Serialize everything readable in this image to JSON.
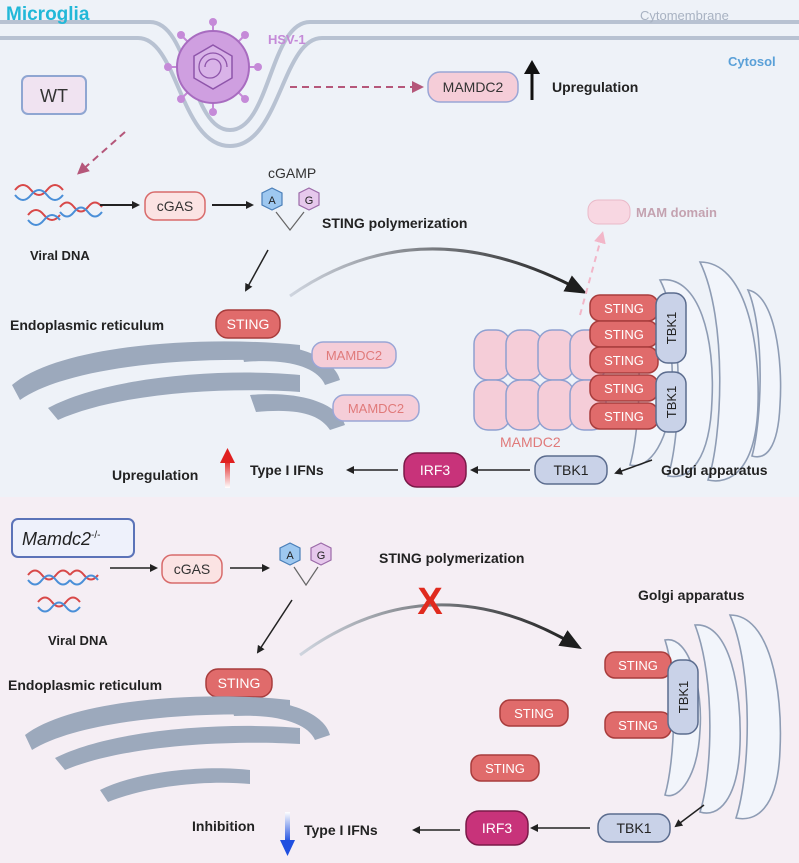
{
  "titles": {
    "cell": "Microglia",
    "membrane": "Cytomembrane",
    "cytosol": "Cytosol",
    "virus": "HSV-1"
  },
  "wt": {
    "condition_label": "WT",
    "mamdc2_label": "MAMDC2",
    "upregulation_top": "Upregulation",
    "viral_dna": "Viral DNA",
    "cgas": "cGAS",
    "cgamp": "cGAMP",
    "nuc_a": "A",
    "nuc_g": "G",
    "polymerization": "STING polymerization",
    "mam_domain": "MAM domain",
    "er_label": "Endoplasmic reticulum",
    "sting": "STING",
    "tbk1": "TBK1",
    "irf3": "IRF3",
    "ifn": "Type I IFNs",
    "upregulation_bottom": "Upregulation",
    "golgi": "Golgi apparatus"
  },
  "ko": {
    "condition_label": "Mamdc2",
    "condition_sup": "-/-",
    "viral_dna": "Viral DNA",
    "cgas": "cGAS",
    "nuc_a": "A",
    "nuc_g": "G",
    "polymerization": "STING polymerization",
    "blocked_mark": "X",
    "golgi": "Golgi apparatus",
    "er_label": "Endoplasmic reticulum",
    "sting": "STING",
    "tbk1": "TBK1",
    "irf3": "IRF3",
    "ifn": "Type I IFNs",
    "inhibition": "Inhibition"
  },
  "colors": {
    "top_bg": "#eef2f8",
    "bottom_bg": "#f5eef4",
    "sting_fill": "#e06b6b",
    "mamdc2_fill": "#f5cdd8",
    "irf3_fill": "#c8337a",
    "tbk1_fill": "#c9d2e8",
    "cgas_fill": "#fbe3e3",
    "microglia_title": "#22b8d8",
    "virus": "#c58ad8",
    "membrane": "#a8b5c8",
    "upregulation_arrow": "#e02020",
    "inhibition_arrow": "#1f4fe0"
  }
}
